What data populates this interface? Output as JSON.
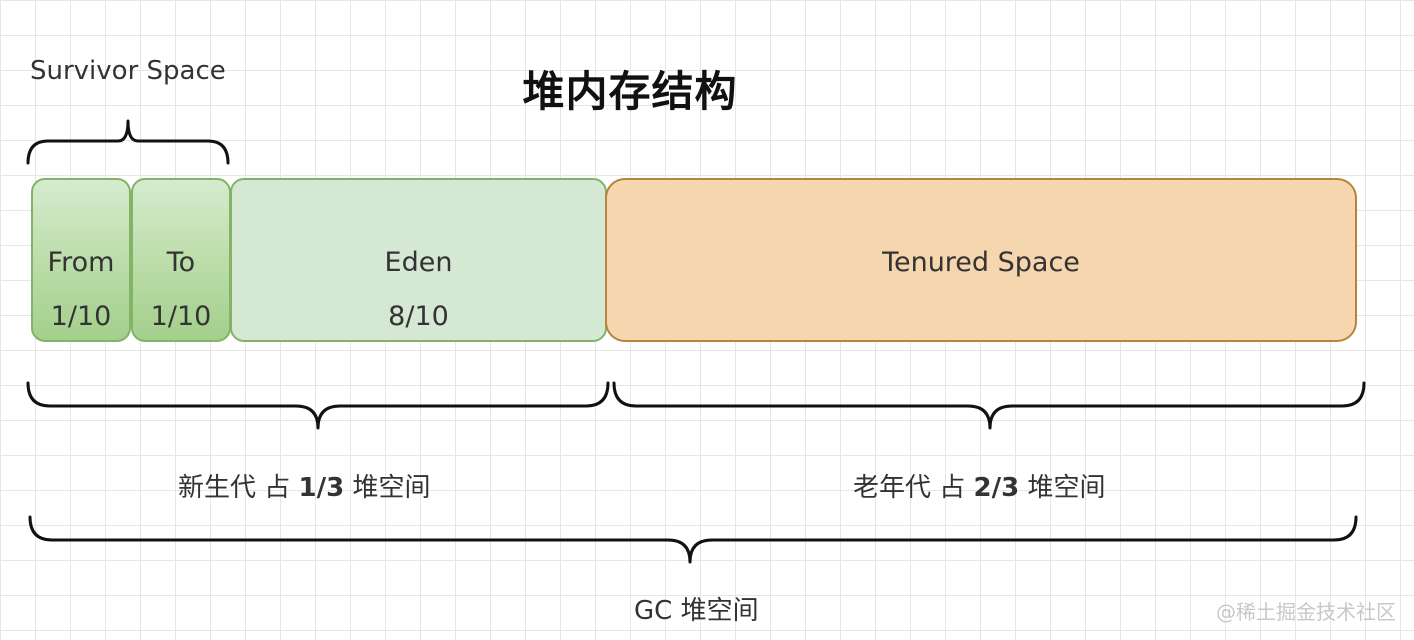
{
  "title": "堆内存结构",
  "survivor_label": "Survivor Space",
  "regions": {
    "from": {
      "name": "From",
      "ratio": "1/10"
    },
    "to": {
      "name": "To",
      "ratio": "1/10"
    },
    "eden": {
      "name": "Eden",
      "ratio": "8/10"
    },
    "tenured": {
      "name": "Tenured Space"
    }
  },
  "young_gen": {
    "prefix": "新生代 占 ",
    "fraction": "1/3",
    "suffix": " 堆空间"
  },
  "old_gen": {
    "prefix": "老年代 占 ",
    "fraction": "2/3",
    "suffix": " 堆空间"
  },
  "gc_heap_label": "GC 堆空间",
  "watermark": "@稀土掘金技术社区",
  "colors": {
    "survivor_fill": "#a4cf8c",
    "eden_fill": "#d5e8d4",
    "green_border": "#82b366",
    "tenured_fill": "#f5d6ae",
    "tenured_border": "#b7843d"
  }
}
